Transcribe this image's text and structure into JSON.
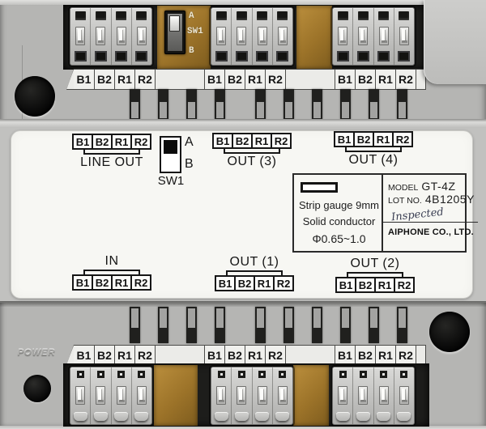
{
  "device": {
    "power_label": "POWER",
    "switch": {
      "pos_a": "A",
      "pos_b": "B",
      "name": "SW1",
      "selected": "A"
    },
    "terminal_strip": {
      "cells": [
        "B1",
        "B2",
        "R1",
        "R2",
        "",
        "B1",
        "B2",
        "R1",
        "R2",
        "",
        "B1",
        "B2",
        "R1",
        "R2"
      ]
    },
    "label_panel": {
      "top_groups": [
        {
          "name": "LINE OUT",
          "terminals": [
            "B1",
            "B2",
            "R1",
            "R2"
          ]
        },
        {
          "name": "OUT (3)",
          "terminals": [
            "B1",
            "B2",
            "R1",
            "R2"
          ]
        },
        {
          "name": "OUT (4)",
          "terminals": [
            "B1",
            "B2",
            "R1",
            "R2"
          ]
        }
      ],
      "bottom_groups": [
        {
          "name": "IN",
          "terminals": [
            "B1",
            "B2",
            "R1",
            "R2"
          ]
        },
        {
          "name": "OUT (1)",
          "terminals": [
            "B1",
            "B2",
            "R1",
            "R2"
          ]
        },
        {
          "name": "OUT (2)",
          "terminals": [
            "B1",
            "B2",
            "R1",
            "R2"
          ]
        }
      ],
      "switch_indicator": {
        "a": "A",
        "b": "B",
        "label": "SW1",
        "selected": "A"
      },
      "info_box": {
        "strip_gauge": "Strip gauge 9mm",
        "conductor": "Solid conductor",
        "diameter": "Φ0.65~1.0",
        "model_label": "MODEL",
        "model_value": "GT-4Z",
        "lot_label": "LOT NO.",
        "lot_value": "4B1205Y",
        "inspected_stamp": "Inspected",
        "company": "AIPHONE CO., LTD."
      }
    },
    "colors": {
      "body_gray": "#b5b5b3",
      "recess_black": "#1d1d1b",
      "pcb_gold": "#9c7329",
      "label_white": "#f7f7f3",
      "ink": "#161616"
    }
  }
}
